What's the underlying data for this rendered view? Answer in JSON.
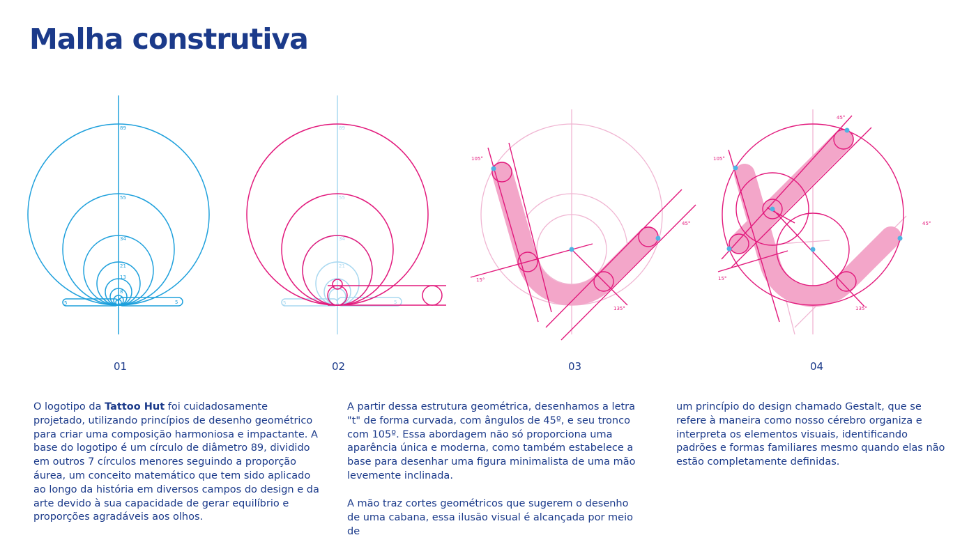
{
  "title": "Malha construtiva",
  "colors": {
    "blue": "#1ea0dc",
    "light_blue": "#a9d8f0",
    "magenta": "#e2197c",
    "pink_fill": "#f3a6c9",
    "pink_line": "#f0b5d2",
    "dot": "#4fb3e3",
    "text": "#1b3a8a"
  },
  "figures": {
    "fig1": {
      "circle_labels": [
        "89",
        "55",
        "34",
        "21",
        "13",
        "8",
        "5",
        "5"
      ]
    },
    "fig2": {
      "circle_labels": [
        "89",
        "55",
        "34",
        "21",
        "5",
        "5"
      ]
    },
    "fig3": {
      "angles": [
        "105°",
        "45°",
        "15°",
        "135°"
      ]
    },
    "fig4": {
      "angles": [
        "45°",
        "105°",
        "45°",
        "15°",
        "135°"
      ]
    }
  },
  "steps": [
    "01",
    "02",
    "03",
    "04"
  ],
  "paragraphs": {
    "p1_pre": "O logotipo da ",
    "p1_brand": "Tattoo Hut",
    "p1_post": " foi cuidadosamente projetado, utilizando princípios de desenho geométrico para criar uma composição harmoniosa e impactante. A base do logotipo é um círculo de diâmetro 89, dividido em outros 7 círculos menores seguindo a proporção áurea, um conceito matemático que tem sido aplicado ao longo da história em diversos campos do design e da arte devido à sua capacidade de gerar equilíbrio e proporções agradáveis aos olhos.",
    "p2": "A partir dessa estrutura geométrica, desenhamos a letra \"t\" de forma curvada, com ângulos de 45º, e seu tronco com 105º. Essa abordagem não só proporciona uma aparência única e moderna, como também estabelece a base para desenhar uma figura minimalista de uma mão levemente inclinada.",
    "p3": "A mão traz cortes geométricos que sugerem o desenho de uma cabana, essa ilusão visual é alcançada por meio de",
    "p4": "um princípio do design chamado Gestalt, que se refere à maneira como nosso cérebro organiza e interpreta os elementos visuais, identificando padrões e formas familiares mesmo quando elas não estão completamente definidas."
  }
}
